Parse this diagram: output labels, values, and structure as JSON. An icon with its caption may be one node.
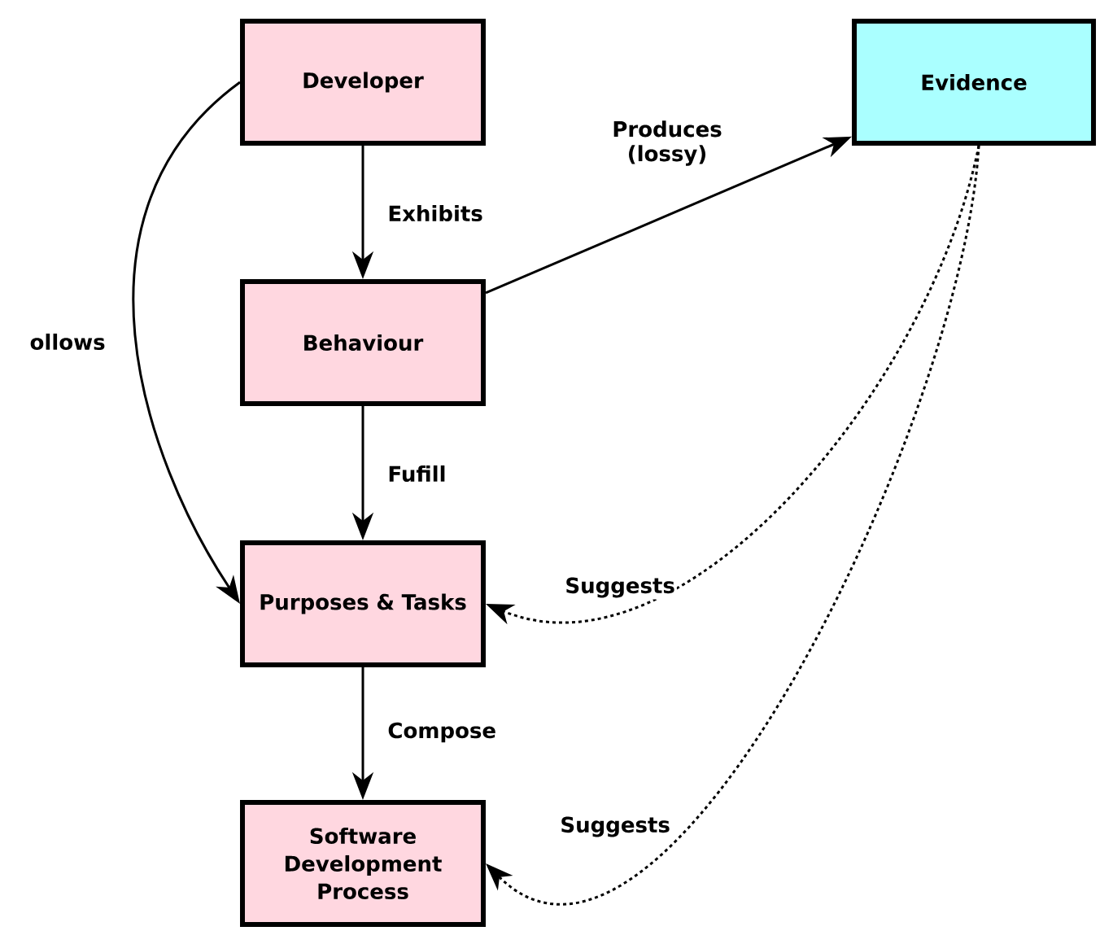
{
  "diagram": {
    "nodes": [
      {
        "text": [
          "Developer"
        ]
      },
      {
        "text": [
          "Evidence"
        ]
      },
      {
        "text": [
          "Behaviour"
        ]
      },
      {
        "text": [
          "Purposes & Tasks"
        ]
      },
      {
        "text": [
          "Software Development Process"
        ]
      }
    ],
    "edges": [
      {
        "from": 0,
        "to": 2,
        "arrow": "to",
        "label": "Exhibits"
      },
      {
        "from": 2,
        "to": 1,
        "arrow": "to",
        "label": "Produces (lossy)"
      },
      {
        "from": 0,
        "to": 3,
        "arrow": "to",
        "label": "ollows"
      },
      {
        "from": 2,
        "to": 3,
        "arrow": "to",
        "label": "Fufill"
      },
      {
        "from": 3,
        "to": 4,
        "arrow": "to",
        "label": "Compose"
      },
      {
        "from": 1,
        "to": 3,
        "arrow": "to",
        "label": "Suggests",
        "style": "dashed"
      },
      {
        "from": 1,
        "to": 4,
        "arrow": "to",
        "label": "Suggests",
        "style": "dashed"
      }
    ]
  }
}
